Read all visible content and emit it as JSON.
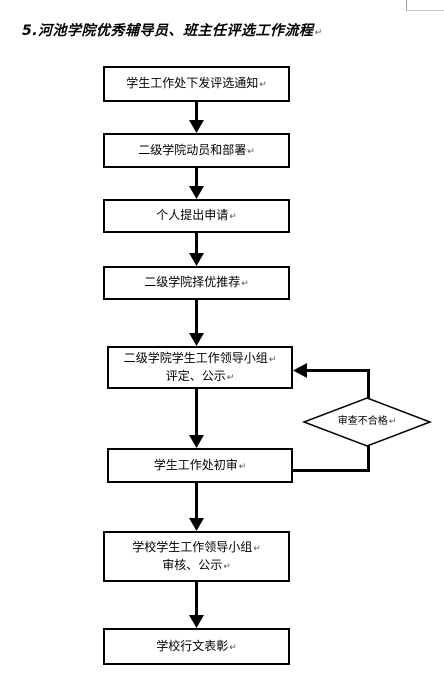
{
  "title": "5.河池学院优秀辅导员、班主任评选工作流程",
  "paragraph_mark": "↵",
  "steps": [
    {
      "lines": [
        "学生工作处下发评选通知"
      ]
    },
    {
      "lines": [
        "二级学院动员和部署"
      ]
    },
    {
      "lines": [
        "个人提出申请"
      ]
    },
    {
      "lines": [
        "二级学院择优推荐"
      ]
    },
    {
      "lines": [
        "二级学院学生工作领导小组",
        "评定、公示"
      ]
    },
    {
      "lines": [
        "学生工作处初审"
      ]
    },
    {
      "lines": [
        "学校学生工作领导小组",
        "审核、公示"
      ]
    },
    {
      "lines": [
        "学校行文表彰"
      ]
    }
  ],
  "decision": {
    "label": "审查不合格"
  }
}
